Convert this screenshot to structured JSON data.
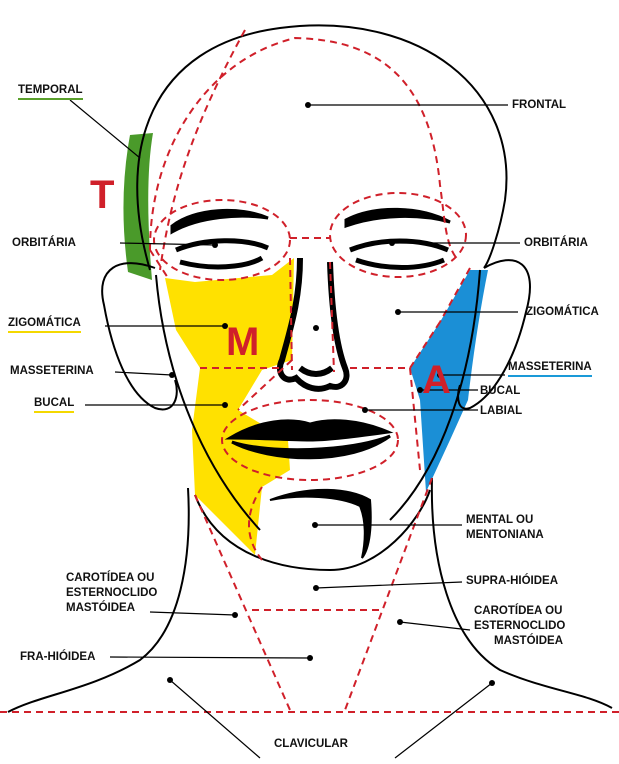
{
  "colors": {
    "outline": "#000000",
    "dashed": "#d0202a",
    "temporal_region": "#4a9a2a",
    "masseter_region": "#ffe100",
    "anterior_region": "#1b8fd6",
    "letter": "#d0202a"
  },
  "letters": {
    "t": "T",
    "m": "M",
    "a": "A"
  },
  "labels": {
    "temporal": "TEMPORAL",
    "frontal": "FRONTAL",
    "orbitaria_left": "ORBITÁRIA",
    "orbitaria_right": "ORBITÁRIA",
    "zigomatica_left": "ZIGOMÁTICA",
    "zigomatica_right": "ZIGOMÁTICA",
    "masseterina_left": "MASSETERINA",
    "masseterina_right": "MASSETERINA",
    "bucal_left": "BUCAL",
    "bucal_right": "BUCAL",
    "labial": "LABIAL",
    "mental_line1": "MENTAL OU",
    "mental_line2": "MENTONIANA",
    "carotidea_left_line1": "CAROTÍDEA OU",
    "carotidea_left_line2": "ESTERNOCLIDO",
    "carotidea_left_line3": "MASTÓIDEA",
    "supra_hioidea": "SUPRA-HIÓIDEA",
    "carotidea_right_line1": "CAROTÍDEA OU",
    "carotidea_right_line2": "ESTERNOCLIDO",
    "carotidea_right_line3": "MASTÓIDEA",
    "infra_hioidea": "FRA-HIÓIDEA",
    "clavicular": "CLAVICULAR"
  }
}
